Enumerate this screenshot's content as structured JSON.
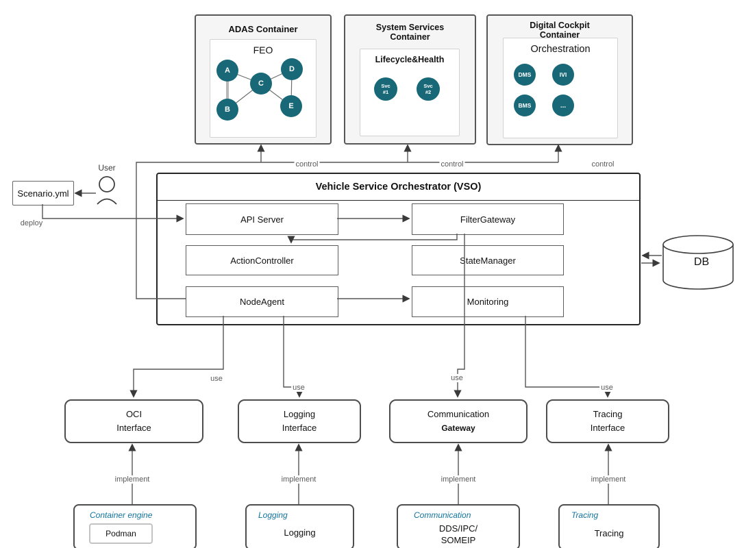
{
  "top_containers": {
    "adas": {
      "title": "ADAS Container",
      "inner_title": "FEO",
      "nodes": {
        "a": "A",
        "b": "B",
        "c": "C",
        "d": "D",
        "e": "E"
      }
    },
    "system_services": {
      "title_line1": "System Services",
      "title_line2": "Container",
      "inner_title": "Lifecycle&Health",
      "svc1_line1": "Svc",
      "svc1_line2": "#1",
      "svc2_line1": "Svc",
      "svc2_line2": "#2"
    },
    "digital_cockpit": {
      "title_line1": "Digital Cockpit",
      "title_line2": "Container",
      "inner_title": "Orchestration",
      "nodes": {
        "dms": "DMS",
        "ivi": "IVI",
        "bms": "BMS",
        "more": "..."
      }
    }
  },
  "vso": {
    "title": "Vehicle Service Orchestrator (VSO)",
    "api_server": "API Server",
    "filter_gateway": "FilterGateway",
    "action_controller": "ActionController",
    "state_manager": "StateManager",
    "node_agent": "NodeAgent",
    "monitoring": "Monitoring"
  },
  "left_side": {
    "user_label": "User",
    "scenario_file": "Scenario.yml",
    "deploy_label": "deploy"
  },
  "database": {
    "label": "DB"
  },
  "edge_labels": {
    "control": "control",
    "use": "use",
    "implement": "implement"
  },
  "interfaces": {
    "oci": {
      "line1": "OCI",
      "line2": "Interface"
    },
    "logging": {
      "line1": "Logging",
      "line2": "Interface"
    },
    "communication": {
      "line1": "Communication",
      "line2": "Gateway"
    },
    "tracing": {
      "line1": "Tracing",
      "line2": "Interface"
    }
  },
  "implementations": {
    "container_engine": {
      "title": "Container engine",
      "content": "Podman"
    },
    "logging": {
      "title": "Logging",
      "content": "Logging"
    },
    "communication": {
      "title": "Communication",
      "content_line1": "DDS/IPC/",
      "content_line2": "SOMEIP"
    },
    "tracing": {
      "title": "Tracing",
      "content": "Tracing"
    }
  },
  "colors": {
    "node_fill": "#186878",
    "impl_title": "#10739e",
    "container_bg": "#f5f5f5",
    "line": "#565656"
  }
}
